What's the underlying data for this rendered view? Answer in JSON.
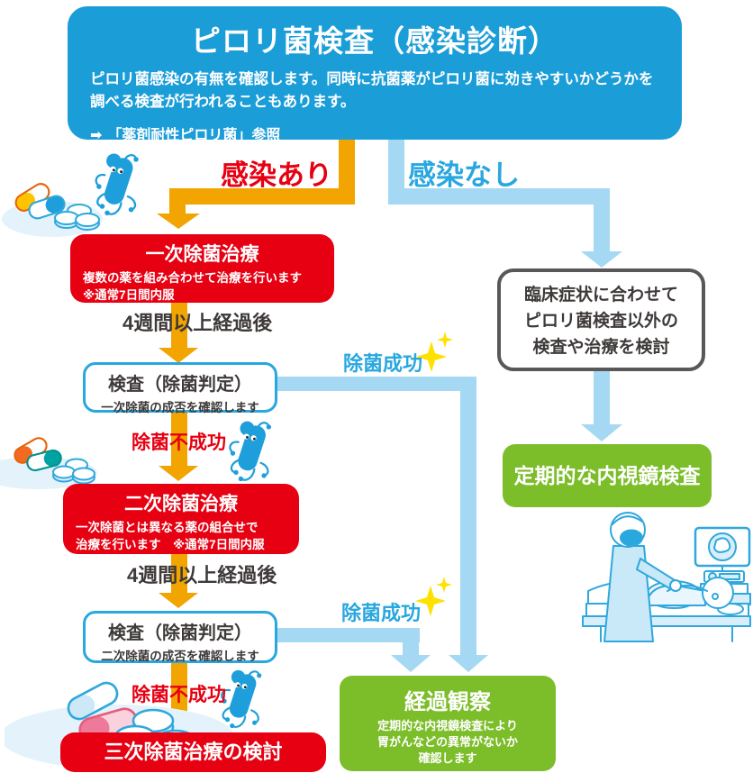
{
  "colors": {
    "header_blue": "#1B9DD8",
    "accent_blue": "#29A7DF",
    "light_blue_arrow": "#A5D8F2",
    "orange_arrow": "#F2A400",
    "red": "#E60012",
    "green": "#7CBD2A",
    "dark_text": "#3E3A39",
    "gray_border": "#595757",
    "sparkle_yellow": "#FFE100"
  },
  "header": {
    "title": "ピロリ菌検査（感染診断）",
    "body_line1": "ピロリ菌感染の有無を確認します。同時に抗菌薬がピロリ菌に効きやすいかどうかを",
    "body_line2": "調べる検査が行われることもあります。",
    "reference_arrow": "➡",
    "reference_text": "「薬剤耐性ピロリ菌」参照"
  },
  "branch_labels": {
    "infected": "感染あり",
    "not_infected": "感染なし"
  },
  "flow": {
    "first_treatment": {
      "title": "一次除菌治療",
      "desc_line1": "複数の薬を組み合わせて治療を行います",
      "desc_line2": "※通常7日間内服"
    },
    "wait_after_first": "4週間以上経過後",
    "test_first": {
      "title": "検査（除菌判定）",
      "desc": "一次除菌の成否を確認します"
    },
    "success_first": "除菌成功",
    "fail_first": "除菌不成功",
    "second_treatment": {
      "title": "二次除菌治療",
      "desc_line1": "一次除菌とは異なる薬の組合せで",
      "desc_line2": "治療を行います　※通常7日間内服"
    },
    "wait_after_second": "4週間以上経過後",
    "test_second": {
      "title": "検査（除菌判定）",
      "desc": "二次除菌の成否を確認します"
    },
    "success_second": "除菌成功",
    "fail_second": "除菌不成功",
    "third_treatment": {
      "title": "三次除菌治療の検討"
    },
    "observation": {
      "title": "経過観察",
      "desc_line1": "定期的な内視鏡検査により",
      "desc_line2": "胃がんなどの異常がないか",
      "desc_line3": "確認します"
    },
    "clinical": {
      "line1": "臨床症状に合わせて",
      "line2": "ピロリ菌検査以外の",
      "line3": "検査や治療を検討"
    },
    "periodic_endoscopy": {
      "title": "定期的な内視鏡検査"
    }
  },
  "icons": {
    "bacteria": "h-pylori-bacteria",
    "pills": "medicine-pills",
    "sparkle": "sparkle",
    "doctor": "endoscopy-examination"
  }
}
